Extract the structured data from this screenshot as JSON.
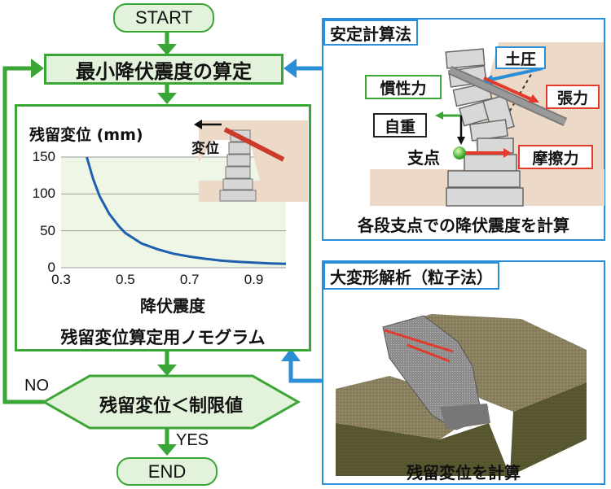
{
  "flow": {
    "start": "START",
    "step1": "最小降伏震度の算定",
    "decision": "残留変位＜制限値",
    "no": "NO",
    "yes": "YES",
    "end": "END"
  },
  "nomogram": {
    "caption": "残留変位算定用ノモグラム",
    "inset_label": "変位"
  },
  "chart_data": {
    "type": "line",
    "title": "",
    "xlabel": "降伏震度",
    "ylabel": "残留変位 (mm)",
    "xlim": [
      0.3,
      1.0
    ],
    "ylim": [
      0,
      150
    ],
    "xticks": [
      "0.3",
      "0.5",
      "0.7",
      "0.9"
    ],
    "yticks": [
      "0",
      "50",
      "100",
      "150"
    ],
    "grid": true,
    "series": [
      {
        "name": "",
        "x": [
          0.38,
          0.4,
          0.42,
          0.45,
          0.48,
          0.5,
          0.55,
          0.6,
          0.65,
          0.7,
          0.75,
          0.8,
          0.85,
          0.9,
          0.95,
          1.0
        ],
        "y": [
          150,
          120,
          97,
          73,
          56,
          47,
          33,
          25,
          19,
          15,
          12,
          9.5,
          8,
          6.8,
          5.9,
          5.2
        ]
      }
    ],
    "colors": {
      "line": "#1f5fb0",
      "plot_bg": "#eef6e6"
    }
  },
  "stability": {
    "title": "安定計算法",
    "earth_pressure": "土圧",
    "inertia": "慣性力",
    "tension": "張力",
    "self_weight": "自重",
    "fulcrum": "支点",
    "friction": "摩擦力",
    "caption": "各段支点での降伏震度を計算"
  },
  "particle": {
    "title": "大変形解析（粒子法）",
    "caption": "残留変位を計算"
  },
  "colors": {
    "green": "#3aa636",
    "blue": "#2a8fd6",
    "red": "#e23b2c",
    "soil": "#ecd9c8",
    "fill_green": "#e3f2da"
  }
}
